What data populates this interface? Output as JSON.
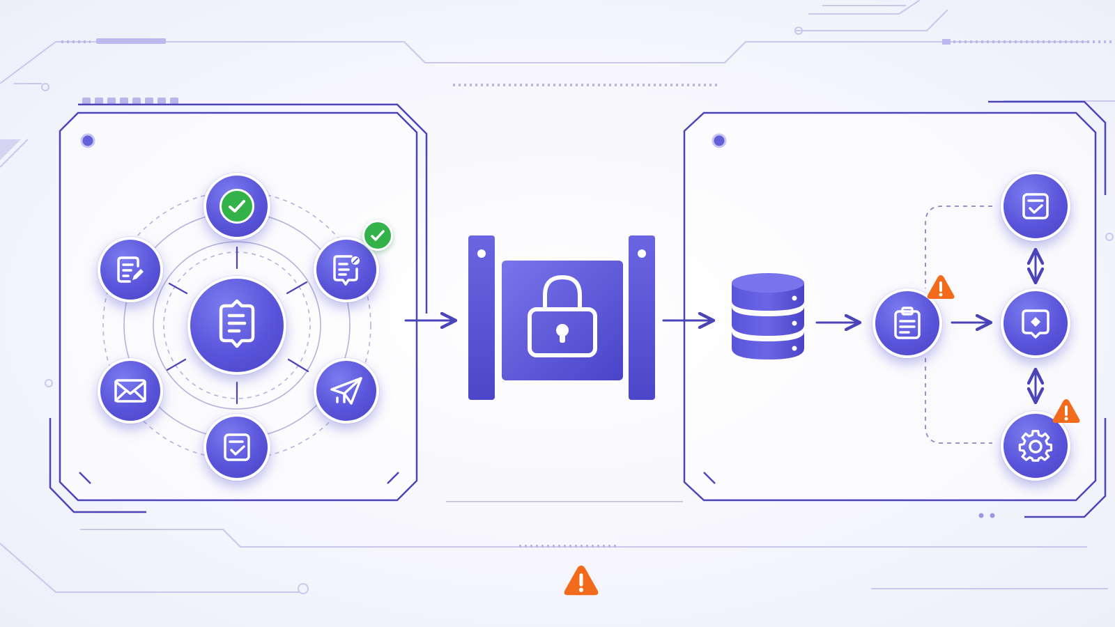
{
  "colors": {
    "primary": "#5a54da",
    "primary_dark": "#4a43c6",
    "success": "#34b24a",
    "warning": "#f26b1d",
    "line": "#6a64d8",
    "frame": "#4b44b8"
  },
  "source_panel": {
    "hub_icon": "document-chat-icon",
    "satellites": [
      {
        "icon": "check-icon"
      },
      {
        "icon": "document-edit-icon",
        "status": "success"
      },
      {
        "icon": "send-icon"
      },
      {
        "icon": "checklist-icon"
      },
      {
        "icon": "mail-icon"
      },
      {
        "icon": "document-edit-icon"
      }
    ]
  },
  "gateway": {
    "icon": "padlock-icon"
  },
  "pipeline": [
    {
      "icon": "database-icon"
    },
    {
      "icon": "clipboard-icon",
      "status": "warning"
    },
    {
      "icon": "diamond-badge-icon"
    }
  ],
  "branches": [
    {
      "icon": "checklist-icon"
    },
    {
      "icon": "gear-icon",
      "status": "warning"
    }
  ],
  "footer_alert": {
    "icon": "warning-icon"
  }
}
